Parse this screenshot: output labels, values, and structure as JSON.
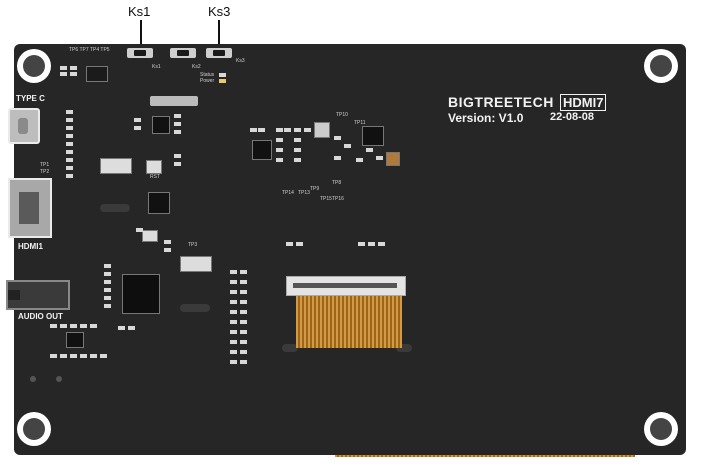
{
  "callouts": {
    "ks1": "Ks1",
    "ks3": "Ks3"
  },
  "brand": {
    "name": "BIGTREETECH",
    "model": "HDMI7",
    "version": "Version: V1.0",
    "date": "22-08-08"
  },
  "ports": {
    "typec": "TYPE C",
    "hdmi": "HDMI1",
    "audio": "AUDIO OUT"
  },
  "silkscreen": {
    "tp_top": "TP6  TP7  TP4  TP5",
    "ks1": "Ks1",
    "ks2": "Ks2",
    "ks3": "Ks3",
    "status": "Status",
    "power": "Power",
    "rst": "RST",
    "tp1": "TP1",
    "tp2": "TP2",
    "tp3": "TP3",
    "tp10": "TP10",
    "tp11": "TP11",
    "tp8": "TP8",
    "tp9": "TP9",
    "tp13": "TP13",
    "tp14": "TP14",
    "tp15": "TP15",
    "tp16": "TP16"
  }
}
